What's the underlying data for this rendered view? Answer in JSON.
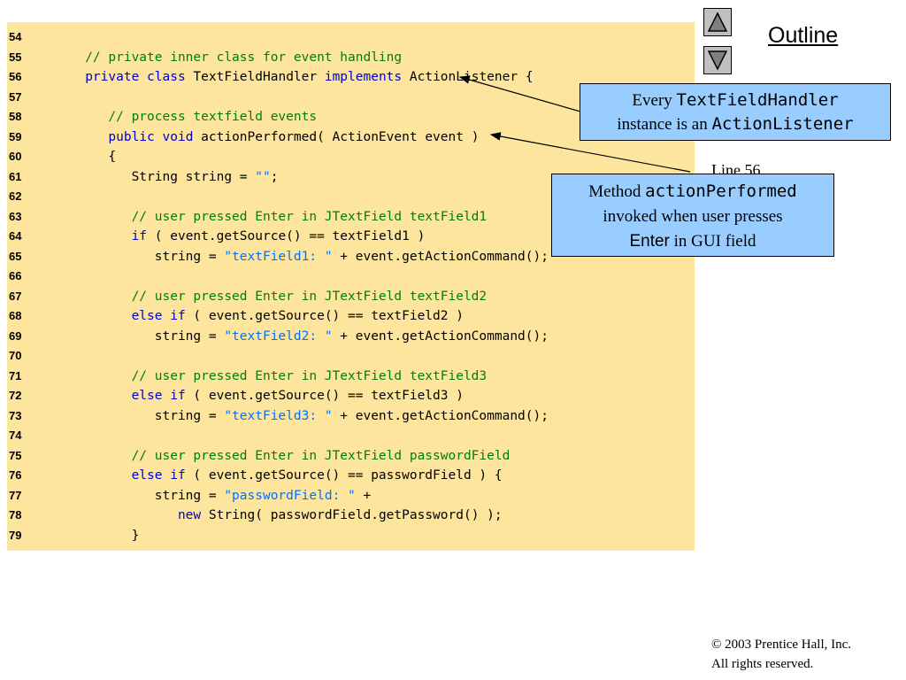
{
  "code_lines": [
    {
      "num": "54",
      "segs": []
    },
    {
      "num": "55",
      "segs": [
        {
          "t": "   // private inner class for event handling",
          "c": "cm"
        }
      ]
    },
    {
      "num": "56",
      "segs": [
        {
          "t": "   ",
          "c": "tx"
        },
        {
          "t": "private class",
          "c": "kw"
        },
        {
          "t": " TextFieldHandler ",
          "c": "tx"
        },
        {
          "t": "implements",
          "c": "kw"
        },
        {
          "t": " ActionListener {",
          "c": "tx"
        }
      ]
    },
    {
      "num": "57",
      "segs": []
    },
    {
      "num": "58",
      "segs": [
        {
          "t": "      // process textfield events",
          "c": "cm"
        }
      ]
    },
    {
      "num": "59",
      "segs": [
        {
          "t": "      ",
          "c": "tx"
        },
        {
          "t": "public void",
          "c": "kw"
        },
        {
          "t": " actionPerformed( ActionEvent event )",
          "c": "tx"
        }
      ]
    },
    {
      "num": "60",
      "segs": [
        {
          "t": "      {",
          "c": "tx"
        }
      ]
    },
    {
      "num": "61",
      "segs": [
        {
          "t": "         String string = ",
          "c": "tx"
        },
        {
          "t": "\"\"",
          "c": "st"
        },
        {
          "t": ";",
          "c": "tx"
        }
      ]
    },
    {
      "num": "62",
      "segs": []
    },
    {
      "num": "63",
      "segs": [
        {
          "t": "         // user pressed Enter in JTextField textField1",
          "c": "cm"
        }
      ]
    },
    {
      "num": "64",
      "segs": [
        {
          "t": "         ",
          "c": "tx"
        },
        {
          "t": "if",
          "c": "kw"
        },
        {
          "t": " ( event.getSource() == textField1 )",
          "c": "tx"
        }
      ]
    },
    {
      "num": "65",
      "segs": [
        {
          "t": "            string = ",
          "c": "tx"
        },
        {
          "t": "\"textField1: \"",
          "c": "st"
        },
        {
          "t": " + event.getActionCommand();",
          "c": "tx"
        }
      ]
    },
    {
      "num": "66",
      "segs": []
    },
    {
      "num": "67",
      "segs": [
        {
          "t": "         // user pressed Enter in JTextField textField2",
          "c": "cm"
        }
      ]
    },
    {
      "num": "68",
      "segs": [
        {
          "t": "         ",
          "c": "tx"
        },
        {
          "t": "else if",
          "c": "kw"
        },
        {
          "t": " ( event.getSource() == textField2 )",
          "c": "tx"
        }
      ]
    },
    {
      "num": "69",
      "segs": [
        {
          "t": "            string = ",
          "c": "tx"
        },
        {
          "t": "\"textField2: \"",
          "c": "st"
        },
        {
          "t": " + event.getActionCommand();",
          "c": "tx"
        }
      ]
    },
    {
      "num": "70",
      "segs": []
    },
    {
      "num": "71",
      "segs": [
        {
          "t": "         // user pressed Enter in JTextField textField3",
          "c": "cm"
        }
      ]
    },
    {
      "num": "72",
      "segs": [
        {
          "t": "         ",
          "c": "tx"
        },
        {
          "t": "else if",
          "c": "kw"
        },
        {
          "t": " ( event.getSource() == textField3 )",
          "c": "tx"
        }
      ]
    },
    {
      "num": "73",
      "segs": [
        {
          "t": "            string = ",
          "c": "tx"
        },
        {
          "t": "\"textField3: \"",
          "c": "st"
        },
        {
          "t": " + event.getActionCommand();",
          "c": "tx"
        }
      ]
    },
    {
      "num": "74",
      "segs": []
    },
    {
      "num": "75",
      "segs": [
        {
          "t": "         // user pressed Enter in JTextField passwordField",
          "c": "cm"
        }
      ]
    },
    {
      "num": "76",
      "segs": [
        {
          "t": "         ",
          "c": "tx"
        },
        {
          "t": "else if",
          "c": "kw"
        },
        {
          "t": " ( event.getSource() == passwordField ) {",
          "c": "tx"
        }
      ]
    },
    {
      "num": "77",
      "segs": [
        {
          "t": "            string = ",
          "c": "tx"
        },
        {
          "t": "\"passwordField: \"",
          "c": "st"
        },
        {
          "t": " +",
          "c": "tx"
        }
      ]
    },
    {
      "num": "78",
      "segs": [
        {
          "t": "               ",
          "c": "tx"
        },
        {
          "t": "new",
          "c": "kw"
        },
        {
          "t": " String( passwordField.getPassword() );",
          "c": "tx"
        }
      ]
    },
    {
      "num": "79",
      "segs": [
        {
          "t": "         }",
          "c": "tx"
        }
      ]
    }
  ],
  "nav": {
    "outline": "Outline",
    "up_icon": "triangle-up-icon",
    "down_icon": "triangle-down-icon"
  },
  "side_label": "Line 56",
  "callout1": {
    "pre": "Every ",
    "class_name": "TextFieldHandler",
    "mid": "instance is an ",
    "iface": "ActionListener"
  },
  "callout2": {
    "pre": "Method ",
    "method": "actionPerformed",
    "line2": "invoked when user presses",
    "key": "Enter",
    "post": " in GUI field"
  },
  "copyright": {
    "symbol": "©",
    "line1": " 2003 Prentice Hall, Inc.",
    "line2": "All rights reserved."
  },
  "colors": {
    "code_bg": "#fde59e",
    "comment": "#008000",
    "keyword": "#0000cc",
    "string": "#0070ff",
    "callout_bg": "#99ccff"
  }
}
